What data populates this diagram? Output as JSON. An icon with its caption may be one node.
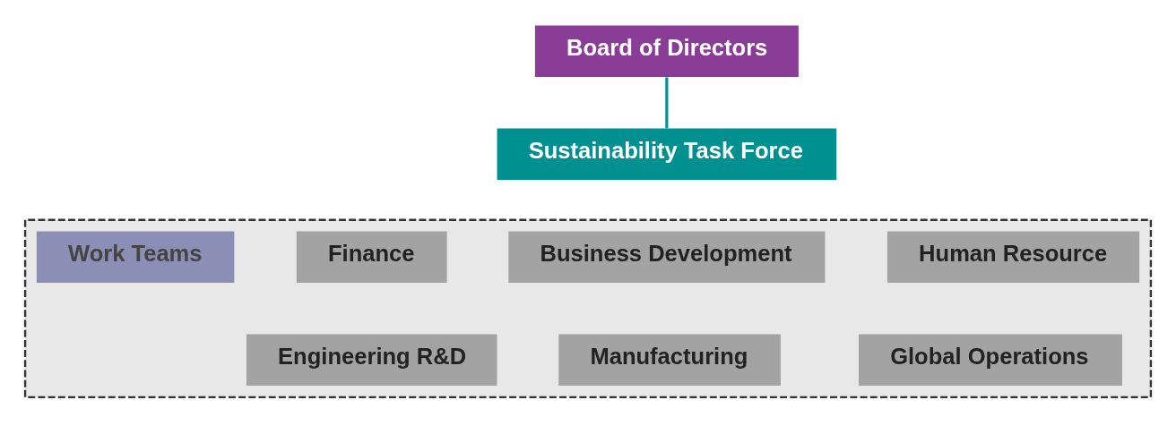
{
  "diagram": {
    "nodes": [
      {
        "text": [
          "Board of Directors"
        ]
      },
      {
        "text": [
          "Sustainability Task Force"
        ]
      },
      {
        "text": [],
        "shape": "box"
      },
      {
        "text": [
          "Work Teams"
        ],
        "in": 2
      },
      {
        "text": [
          "Finance"
        ],
        "in": 2
      },
      {
        "text": [
          "Business Development"
        ],
        "in": 2
      },
      {
        "text": [
          "Human Resource"
        ],
        "in": 2
      },
      {
        "text": [
          "Engineering R&D"
        ],
        "in": 2
      },
      {
        "text": [
          "Manufacturing"
        ],
        "in": 2
      },
      {
        "text": [
          "Global Operations"
        ],
        "in": 2
      }
    ],
    "edges": [
      {
        "from": 0,
        "to": 1,
        "arrow": "none",
        "color": "#00908f"
      }
    ]
  }
}
